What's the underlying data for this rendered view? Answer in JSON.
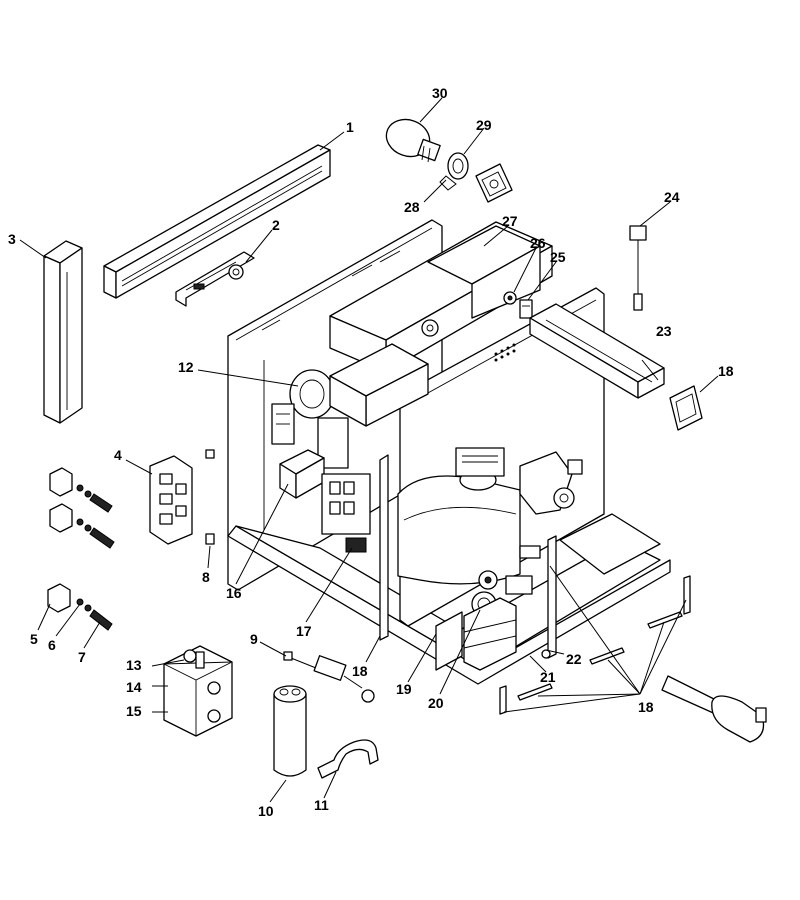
{
  "callouts": [
    {
      "id": "1",
      "text": "1"
    },
    {
      "id": "2",
      "text": "2"
    },
    {
      "id": "3",
      "text": "3"
    },
    {
      "id": "4",
      "text": "4"
    },
    {
      "id": "5",
      "text": "5"
    },
    {
      "id": "6",
      "text": "6"
    },
    {
      "id": "7",
      "text": "7"
    },
    {
      "id": "8",
      "text": "8"
    },
    {
      "id": "9",
      "text": "9"
    },
    {
      "id": "10",
      "text": "10"
    },
    {
      "id": "11",
      "text": "11"
    },
    {
      "id": "12",
      "text": "12"
    },
    {
      "id": "13",
      "text": "13"
    },
    {
      "id": "14",
      "text": "14"
    },
    {
      "id": "15",
      "text": "15"
    },
    {
      "id": "16",
      "text": "16"
    },
    {
      "id": "17",
      "text": "17"
    },
    {
      "id": "18a",
      "text": "18"
    },
    {
      "id": "18b",
      "text": "18"
    },
    {
      "id": "18c",
      "text": "18"
    },
    {
      "id": "19",
      "text": "19"
    },
    {
      "id": "20",
      "text": "20"
    },
    {
      "id": "21",
      "text": "21"
    },
    {
      "id": "22",
      "text": "22"
    },
    {
      "id": "23",
      "text": "23"
    },
    {
      "id": "24",
      "text": "24"
    },
    {
      "id": "25",
      "text": "25"
    },
    {
      "id": "26",
      "text": "26"
    },
    {
      "id": "27",
      "text": "27"
    },
    {
      "id": "28",
      "text": "28"
    },
    {
      "id": "29",
      "text": "29"
    },
    {
      "id": "30",
      "text": "30"
    }
  ]
}
